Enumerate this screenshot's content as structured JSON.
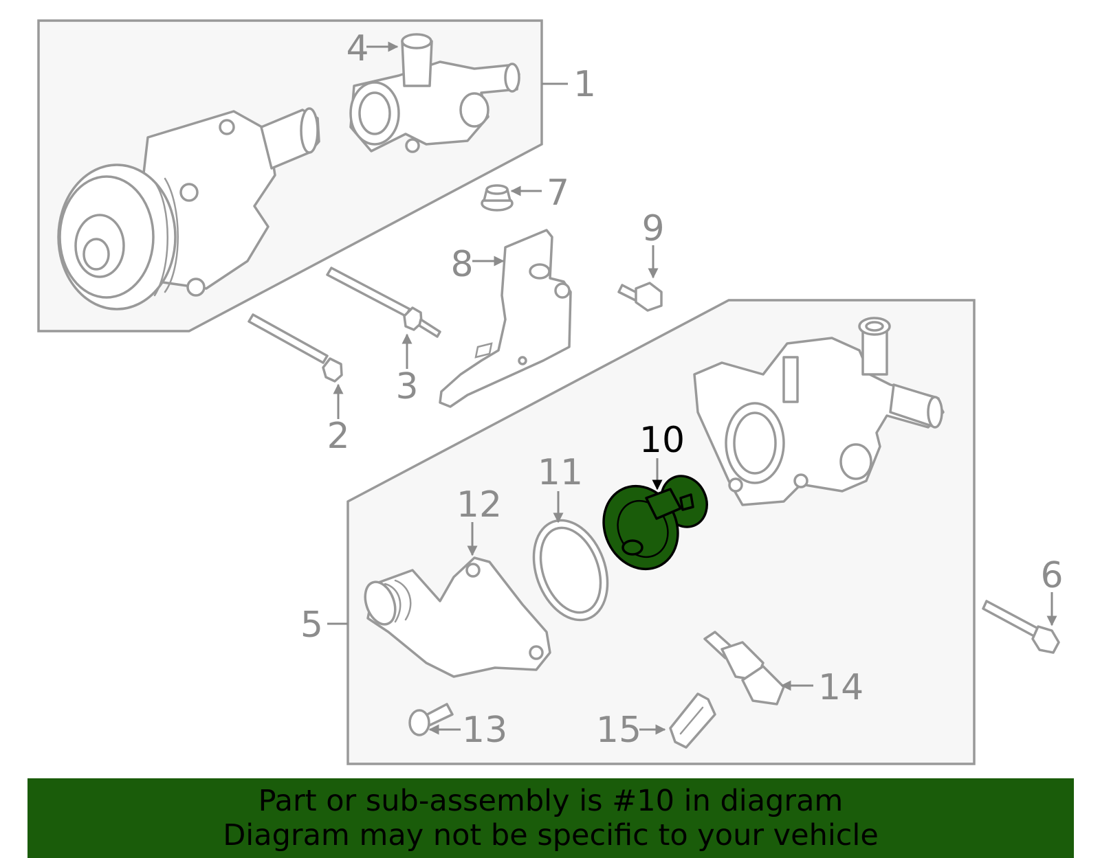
{
  "diagram": {
    "highlight_color": "#1a5c0a",
    "callout_color": "#8c8c8c",
    "highlighted_part": "10",
    "callouts": {
      "c1": "1",
      "c2": "2",
      "c3": "3",
      "c4": "4",
      "c5": "5",
      "c6": "6",
      "c7": "7",
      "c8": "8",
      "c9": "9",
      "c10": "10",
      "c11": "11",
      "c12": "12",
      "c13": "13",
      "c14": "14",
      "c15": "15"
    }
  },
  "footer": {
    "line1": "Part or sub-assembly is #10 in diagram",
    "line2": "Diagram may not be specific to your vehicle"
  }
}
